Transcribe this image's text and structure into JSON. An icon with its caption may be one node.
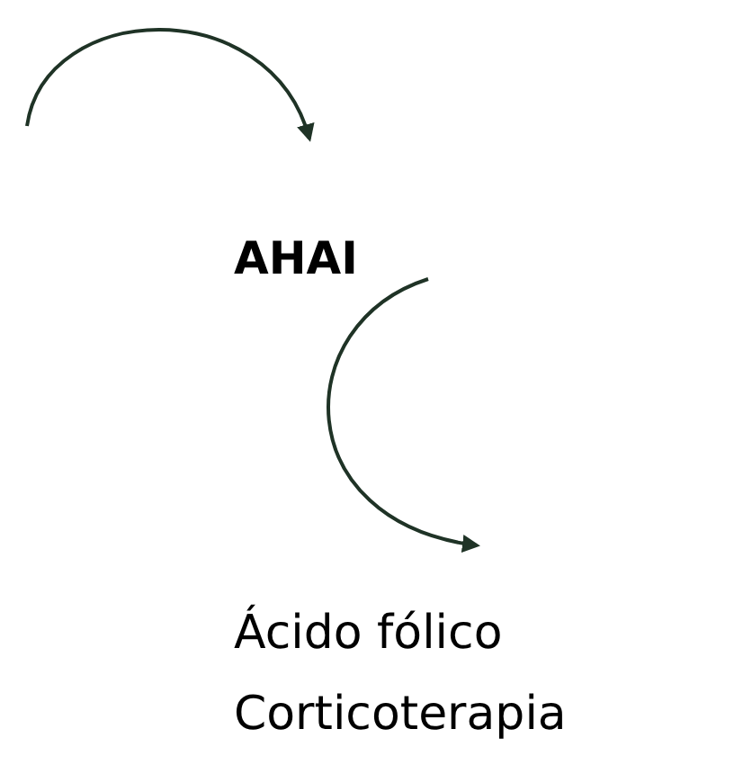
{
  "diagram": {
    "nodes": [
      {
        "text": [
          "AHAI"
        ]
      },
      {
        "text": [
          "Ácido fólico",
          "Corticoterapia"
        ]
      }
    ],
    "edges": [
      {
        "from": null,
        "to": 0,
        "arrow": "to"
      },
      {
        "from": 0,
        "to": 1,
        "arrow": "to"
      }
    ]
  }
}
